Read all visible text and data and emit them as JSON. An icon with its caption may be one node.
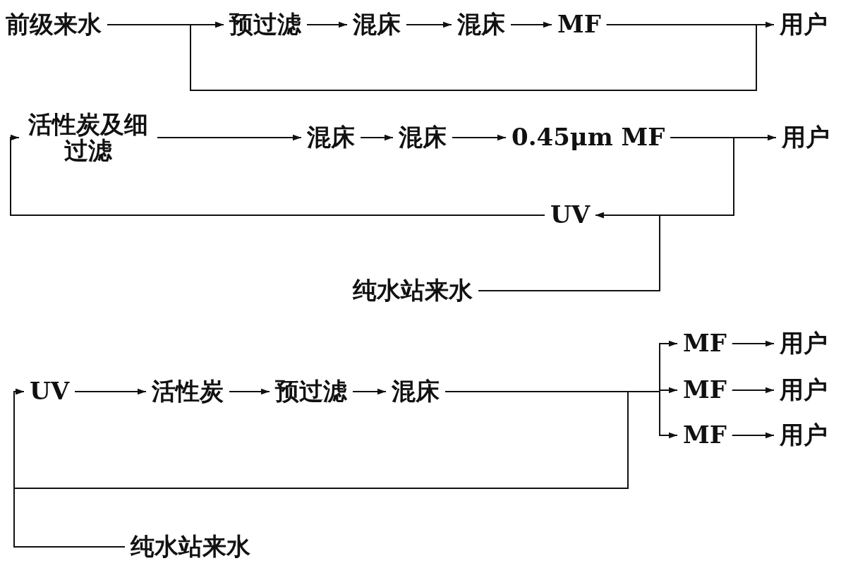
{
  "diagram": {
    "nodes": [
      {
        "text": [
          "前级来水"
        ]
      },
      {
        "text": [
          "预过滤"
        ]
      },
      {
        "text": [
          "混床"
        ]
      },
      {
        "text": [
          "混床"
        ]
      },
      {
        "text": [
          "MF"
        ]
      },
      {
        "text": [
          "用户"
        ]
      },
      {
        "text": [
          "活性炭及细过滤"
        ]
      },
      {
        "text": [
          "混床"
        ]
      },
      {
        "text": [
          "混床"
        ]
      },
      {
        "text": [
          "0.45μm MF"
        ]
      },
      {
        "text": [
          "用户"
        ]
      },
      {
        "text": [
          "UV"
        ]
      },
      {
        "text": [
          "纯水站来水"
        ]
      },
      {
        "text": [
          "UV"
        ]
      },
      {
        "text": [
          "活性炭"
        ]
      },
      {
        "text": [
          "预过滤"
        ]
      },
      {
        "text": [
          "混床"
        ]
      },
      {
        "text": [
          "MF"
        ]
      },
      {
        "text": [
          "用户"
        ]
      },
      {
        "text": [
          "MF"
        ]
      },
      {
        "text": [
          "用户"
        ]
      },
      {
        "text": [
          "MF"
        ]
      },
      {
        "text": [
          "用户"
        ]
      },
      {
        "text": [
          "纯水站来水"
        ]
      }
    ],
    "edges": [
      {
        "from": 0,
        "to": 1,
        "arrow": "to"
      },
      {
        "from": 1,
        "to": 2,
        "arrow": "to"
      },
      {
        "from": 2,
        "to": 3,
        "arrow": "to"
      },
      {
        "from": 3,
        "to": 4,
        "arrow": "to"
      },
      {
        "from": 4,
        "to": 5,
        "arrow": "to"
      },
      {
        "from": 4,
        "to": 1,
        "arrow": "to"
      },
      {
        "from": 6,
        "to": 7,
        "arrow": "to"
      },
      {
        "from": 7,
        "to": 8,
        "arrow": "to"
      },
      {
        "from": 8,
        "to": 9,
        "arrow": "to"
      },
      {
        "from": 9,
        "to": 10,
        "arrow": "to"
      },
      {
        "from": 9,
        "to": 11,
        "arrow": "to"
      },
      {
        "from": 12,
        "to": 11,
        "arrow": "to"
      },
      {
        "from": 11,
        "to": 6,
        "arrow": "to"
      },
      {
        "from": 13,
        "to": 14,
        "arrow": "to"
      },
      {
        "from": 14,
        "to": 15,
        "arrow": "to"
      },
      {
        "from": 15,
        "to": 16,
        "arrow": "to"
      },
      {
        "from": 16,
        "to": 17,
        "arrow": "to"
      },
      {
        "from": 16,
        "to": 19,
        "arrow": "to"
      },
      {
        "from": 16,
        "to": 21,
        "arrow": "to"
      },
      {
        "from": 16,
        "to": 13,
        "arrow": "to"
      },
      {
        "from": 23,
        "to": 13,
        "arrow": "to"
      },
      {
        "from": 17,
        "to": 18,
        "arrow": "to"
      },
      {
        "from": 19,
        "to": 20,
        "arrow": "to"
      },
      {
        "from": 21,
        "to": 22,
        "arrow": "to"
      }
    ]
  }
}
